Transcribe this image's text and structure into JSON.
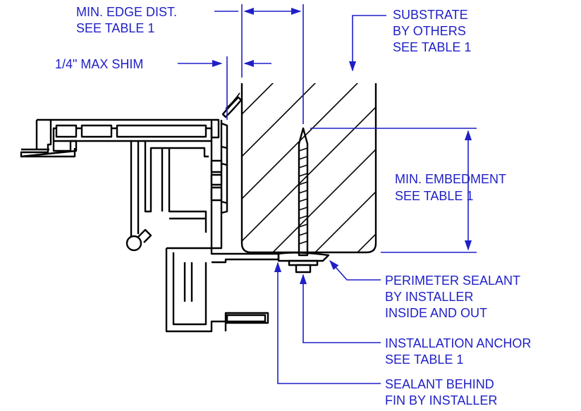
{
  "labels": {
    "edge_dist_1": "MIN. EDGE DIST.",
    "edge_dist_2": "SEE TABLE 1",
    "shim": "1/4\"  MAX SHIM",
    "substrate_1": "SUBSTRATE",
    "substrate_2": "BY OTHERS",
    "substrate_3": "SEE TABLE 1",
    "embed_1": "MIN. EMBEDMENT",
    "embed_2": "SEE TABLE 1",
    "perim_1": "PERIMETER SEALANT",
    "perim_2": "BY INSTALLER",
    "perim_3": "INSIDE AND OUT",
    "anchor_1": "INSTALLATION ANCHOR",
    "anchor_2": "SEE TABLE 1",
    "fin_1": "SEALANT BEHIND",
    "fin_2": "FIN BY INSTALLER"
  },
  "colors": {
    "annotation": "#1f1fc8",
    "linework": "#000000",
    "background": "#ffffff"
  }
}
